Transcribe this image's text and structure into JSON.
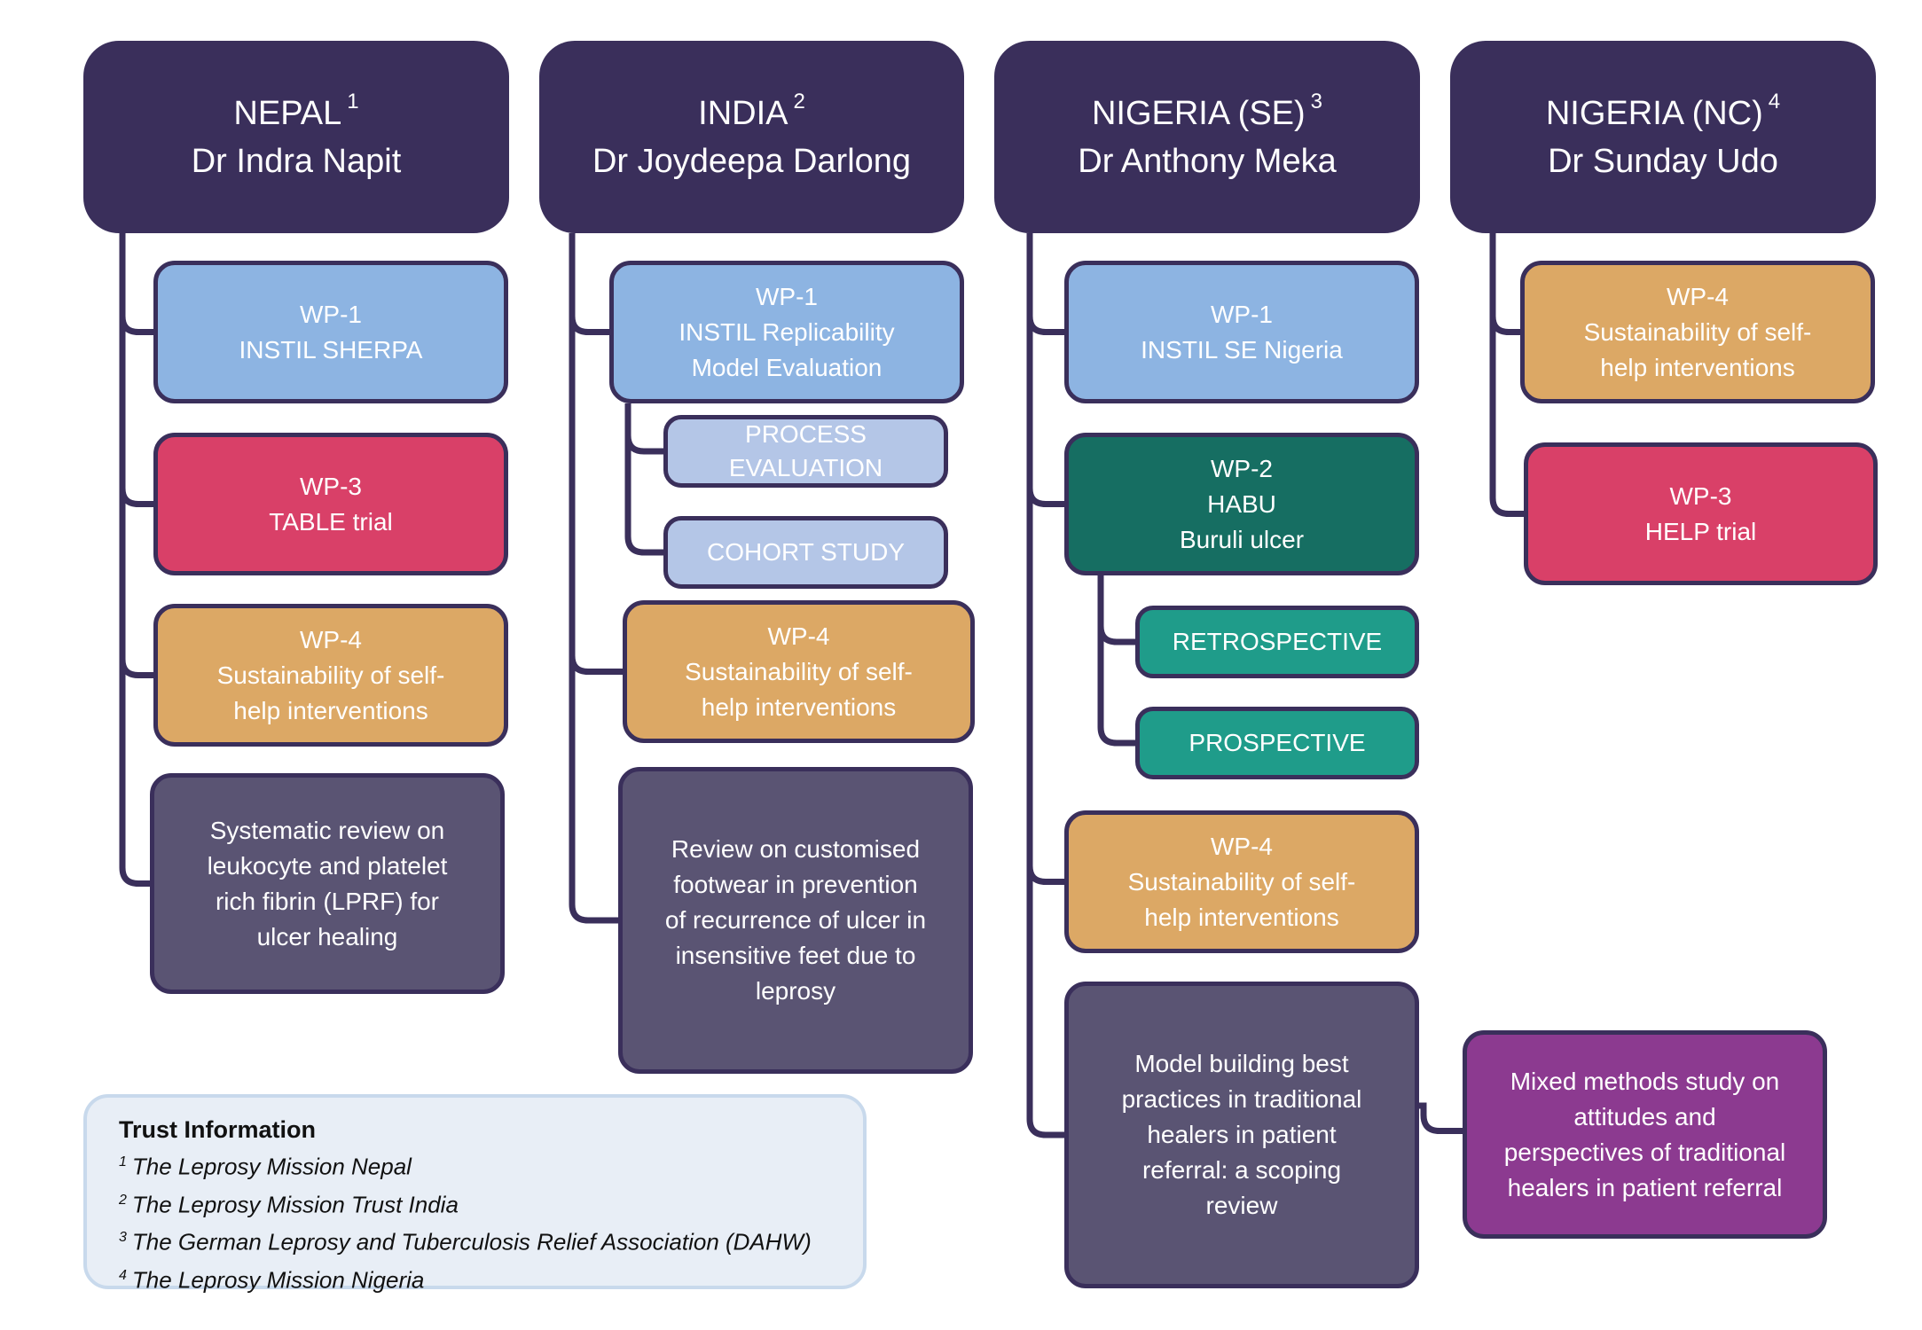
{
  "colors": {
    "header": "#3a2f5b",
    "connector": "#3a2f5b",
    "wp1": "#8db4e2",
    "wp1_sub": "#b4c6e7",
    "wp2": "#166e62",
    "wp2_sub": "#1f9c8a",
    "wp3": "#d94068",
    "wp4": "#dca865",
    "review": "#5a5473",
    "mixed_methods": "#8c3a90",
    "legend_bg": "#e8eef6"
  },
  "columns": [
    {
      "country": "NEPAL",
      "footnote": "1",
      "lead": "Dr Indra Napit",
      "items": {
        "wp1": [
          "WP-1",
          "INSTIL SHERPA"
        ],
        "wp3": [
          "WP-3",
          "TABLE trial"
        ],
        "wp4": [
          "WP-4",
          "Sustainability of self-",
          "help interventions"
        ],
        "review": [
          "Systematic review on",
          "leukocyte and platelet",
          "rich fibrin (LPRF) for",
          "ulcer healing"
        ]
      }
    },
    {
      "country": "INDIA",
      "footnote": "2",
      "lead": "Dr Joydeepa Darlong",
      "items": {
        "wp1": [
          "WP-1",
          "INSTIL Replicability",
          "Model Evaluation"
        ],
        "process": [
          "PROCESS",
          "EVALUATION"
        ],
        "cohort": [
          "COHORT STUDY"
        ],
        "wp4": [
          "WP-4",
          "Sustainability of self-",
          "help interventions"
        ],
        "review": [
          "Review on customised",
          "footwear in prevention",
          "of recurrence of ulcer in",
          "insensitive feet due to",
          "leprosy"
        ]
      }
    },
    {
      "country": "NIGERIA (SE)",
      "footnote": "3",
      "lead": "Dr Anthony Meka",
      "items": {
        "wp1": [
          "WP-1",
          "INSTIL SE Nigeria"
        ],
        "wp2": [
          "WP-2",
          "HABU",
          "Buruli ulcer"
        ],
        "retro": [
          "RETROSPECTIVE"
        ],
        "pro": [
          "PROSPECTIVE"
        ],
        "wp4": [
          "WP-4",
          "Sustainability of self-",
          "help interventions"
        ],
        "model": [
          "Model building best",
          "practices in traditional",
          "healers in patient",
          "referral: a scoping",
          "review"
        ],
        "mixed": [
          "Mixed methods study on",
          "attitudes and",
          "perspectives of traditional",
          "healers in patient referral"
        ]
      }
    },
    {
      "country": "NIGERIA (NC)",
      "footnote": "4",
      "lead": "Dr Sunday Udo",
      "items": {
        "wp4": [
          "WP-4",
          "Sustainability of self-",
          "help interventions"
        ],
        "wp3": [
          "WP-3",
          "HELP trial"
        ]
      }
    }
  ],
  "legend": {
    "title": "Trust Information",
    "items": [
      {
        "num": "1",
        "text": "The Leprosy Mission Nepal"
      },
      {
        "num": "2",
        "text": "The Leprosy Mission Trust India"
      },
      {
        "num": "3",
        "text": "The German Leprosy and Tuberculosis Relief Association (DAHW)"
      },
      {
        "num": "4",
        "text": "The Leprosy Mission Nigeria"
      }
    ]
  }
}
